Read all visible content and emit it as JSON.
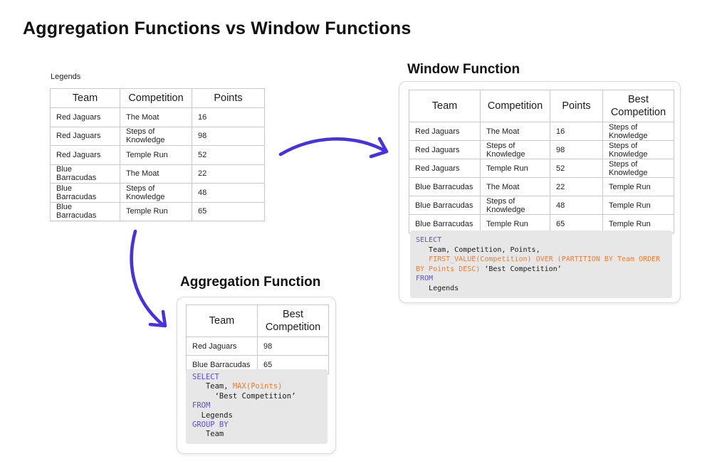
{
  "page": {
    "title": "Aggregation Functions vs Window Functions"
  },
  "colors": {
    "arrow": "#4632df",
    "sql_keyword": "#5b4edc",
    "sql_literal": "#ee7d33",
    "code_background": "#e7e7e7",
    "table_border": "#c9c9c9",
    "panel_border": "#d9d9d9"
  },
  "legends": {
    "label": "Legends",
    "table": {
      "headers": [
        "Team",
        "Competition",
        "Points"
      ],
      "rows": [
        [
          "Red Jaguars",
          "The Moat",
          "16"
        ],
        [
          "Red Jaguars",
          "Steps of Knowledge",
          "98"
        ],
        [
          "Red Jaguars",
          "Temple Run",
          "52"
        ],
        [
          "Blue Barracudas",
          "The Moat",
          "22"
        ],
        [
          "Blue Barracudas",
          "Steps of Knowledge",
          "48"
        ],
        [
          "Blue Barracudas",
          "Temple Run",
          "65"
        ]
      ]
    }
  },
  "window_function": {
    "title": "Window Function",
    "table": {
      "headers": [
        "Team",
        "Competition",
        "Points",
        "Best Competition"
      ],
      "rows": [
        [
          "Red Jaguars",
          "The Moat",
          "16",
          "Steps of Knowledge"
        ],
        [
          "Red Jaguars",
          "Steps of Knowledge",
          "98",
          "Steps of Knowledge"
        ],
        [
          "Red Jaguars",
          "Temple Run",
          "52",
          "Steps of Knowledge"
        ],
        [
          "Blue Barracudas",
          "The Moat",
          "22",
          "Temple Run"
        ],
        [
          "Blue Barracudas",
          "Steps of Knowledge",
          "48",
          "Temple Run"
        ],
        [
          "Blue Barracudas",
          "Temple Run",
          "65",
          "Temple Run"
        ]
      ]
    },
    "sql": [
      [
        {
          "c": "kw",
          "t": "SELECT"
        }
      ],
      [
        {
          "c": "pl",
          "t": "   Team, Competition, Points,"
        }
      ],
      [
        {
          "c": "pl",
          "t": "   "
        },
        {
          "c": "fn",
          "t": "FIRST_VALUE(Competition) OVER (PARTITION BY Team ORDER"
        }
      ],
      [
        {
          "c": "fn",
          "t": "BY Points DESC)"
        },
        {
          "c": "pl",
          "t": " ‘Best Competition’"
        }
      ],
      [
        {
          "c": "kw",
          "t": "FROM"
        }
      ],
      [
        {
          "c": "pl",
          "t": "   Legends"
        }
      ]
    ]
  },
  "aggregation_function": {
    "title": "Aggregation Function",
    "table": {
      "headers": [
        "Team",
        "Best Competition"
      ],
      "rows": [
        [
          "Red Jaguars",
          "98"
        ],
        [
          "Blue Barracudas",
          "65"
        ]
      ]
    },
    "sql": [
      [
        {
          "c": "kw",
          "t": "SELECT"
        }
      ],
      [
        {
          "c": "pl",
          "t": "   Team, "
        },
        {
          "c": "fn",
          "t": "MAX(Points)"
        }
      ],
      [
        {
          "c": "pl",
          "t": "     ‘Best Competition’"
        }
      ],
      [
        {
          "c": "kw",
          "t": "FROM"
        }
      ],
      [
        {
          "c": "pl",
          "t": "  Legends"
        }
      ],
      [
        {
          "c": "kw",
          "t": "GROUP BY"
        }
      ],
      [
        {
          "c": "pl",
          "t": "   Team"
        }
      ]
    ]
  }
}
